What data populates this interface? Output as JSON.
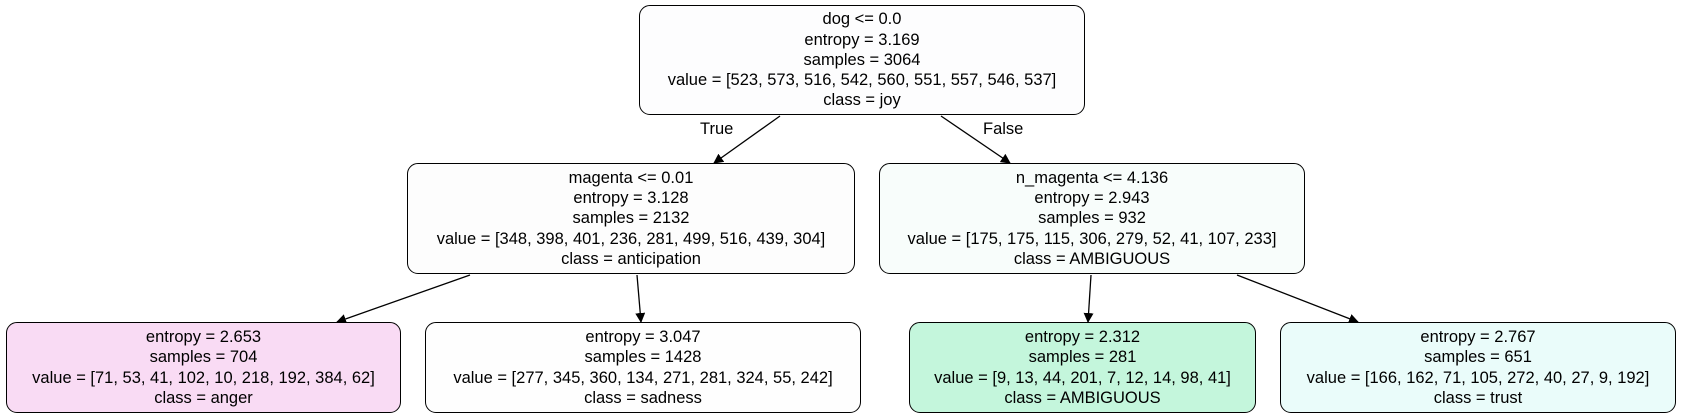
{
  "tree": {
    "nodes": {
      "root": {
        "lines": [
          "dog <= 0.0",
          "entropy = 3.169",
          "samples = 3064",
          "value = [523, 573, 516, 542, 560, 551, 557, 546, 537]",
          "class = joy"
        ],
        "fill": "#fdfdfe"
      },
      "left": {
        "lines": [
          "magenta <= 0.01",
          "entropy = 3.128",
          "samples = 2132",
          "value = [348, 398, 401, 236, 281, 499, 516, 439, 304]",
          "class = anticipation"
        ],
        "fill": "#fdfdfd"
      },
      "right": {
        "lines": [
          "n_magenta <= 4.136",
          "entropy = 2.943",
          "samples = 932",
          "value = [175, 175, 115, 306, 279, 52, 41, 107, 233]",
          "class = AMBIGUOUS"
        ],
        "fill": "#f8fdfb"
      },
      "ll": {
        "lines": [
          "entropy = 2.653",
          "samples = 704",
          "value = [71, 53, 41, 102, 10, 218, 192, 384, 62]",
          "class = anger"
        ],
        "fill": "#f9dbf4"
      },
      "lr": {
        "lines": [
          "entropy = 3.047",
          "samples = 1428",
          "value = [277, 345, 360, 134, 271, 281, 324, 55, 242]",
          "class = sadness"
        ],
        "fill": "#fefefe"
      },
      "rl": {
        "lines": [
          "entropy = 2.312",
          "samples = 281",
          "value = [9, 13, 44, 201, 7, 12, 14, 98, 41]",
          "class = AMBIGUOUS"
        ],
        "fill": "#c4f6dc"
      },
      "rr": {
        "lines": [
          "entropy = 2.767",
          "samples = 651",
          "value = [166, 162, 71, 105, 272, 40, 27, 9, 192]",
          "class = trust"
        ],
        "fill": "#eafcfa"
      }
    },
    "edge_labels": {
      "true": "True",
      "false": "False"
    }
  }
}
